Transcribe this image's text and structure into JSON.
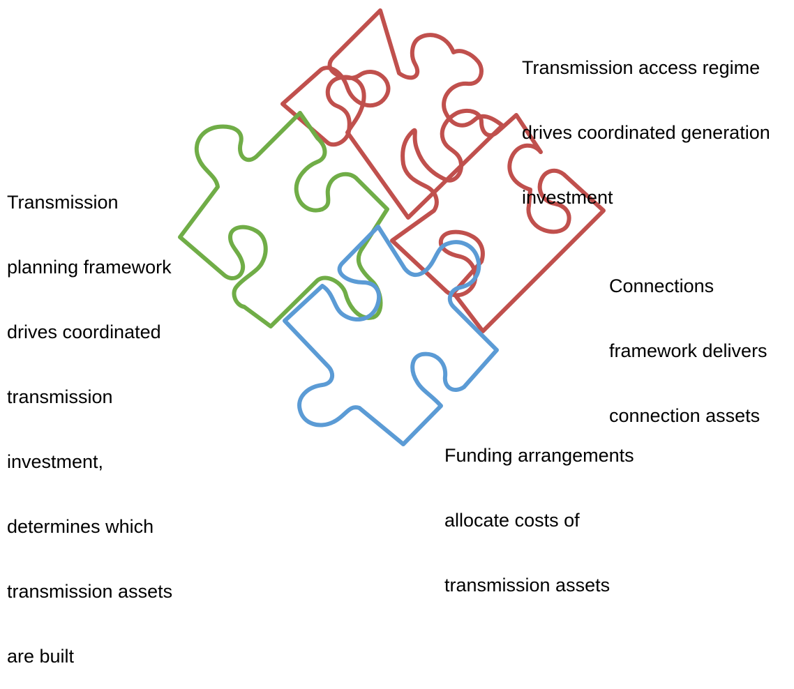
{
  "labels": {
    "access_regime": [
      "Transmission access regime",
      "drives coordinated generation",
      "investment"
    ],
    "planning_framework": [
      "Transmission",
      "planning framework",
      "drives coordinated",
      "transmission",
      "investment,",
      "determines which",
      "transmission assets",
      "are built"
    ],
    "connections_framework": [
      "Connections",
      "framework delivers",
      "connection assets"
    ],
    "funding_arrangements": [
      "Funding arrangements",
      "allocate costs of",
      "transmission assets"
    ]
  },
  "colors": {
    "red_piece": "#c0504d",
    "green_piece": "#70ad47",
    "blue_piece": "#5b9bd5",
    "text": "#000000"
  }
}
